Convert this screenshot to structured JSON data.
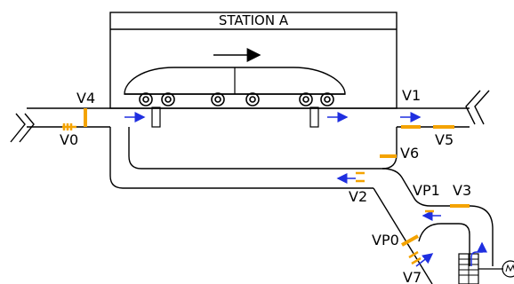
{
  "station": {
    "title": "STATION A"
  },
  "valves": [
    {
      "id": "V0",
      "label": "V0"
    },
    {
      "id": "V1",
      "label": "V1"
    },
    {
      "id": "V2",
      "label": "V2"
    },
    {
      "id": "V3",
      "label": "V3"
    },
    {
      "id": "V4",
      "label": "V4"
    },
    {
      "id": "V5",
      "label": "V5"
    },
    {
      "id": "V6",
      "label": "V6"
    },
    {
      "id": "V7",
      "label": "V7"
    },
    {
      "id": "VP0",
      "label": "VP0"
    },
    {
      "id": "VP1",
      "label": "VP1"
    }
  ],
  "colors": {
    "valve": "#f4a300",
    "flow": "#1f2fe0",
    "line": "#000000"
  },
  "icons": {
    "train": "train-icon",
    "motor": "motor-fan-icon",
    "direction": "arrow-right-icon"
  }
}
